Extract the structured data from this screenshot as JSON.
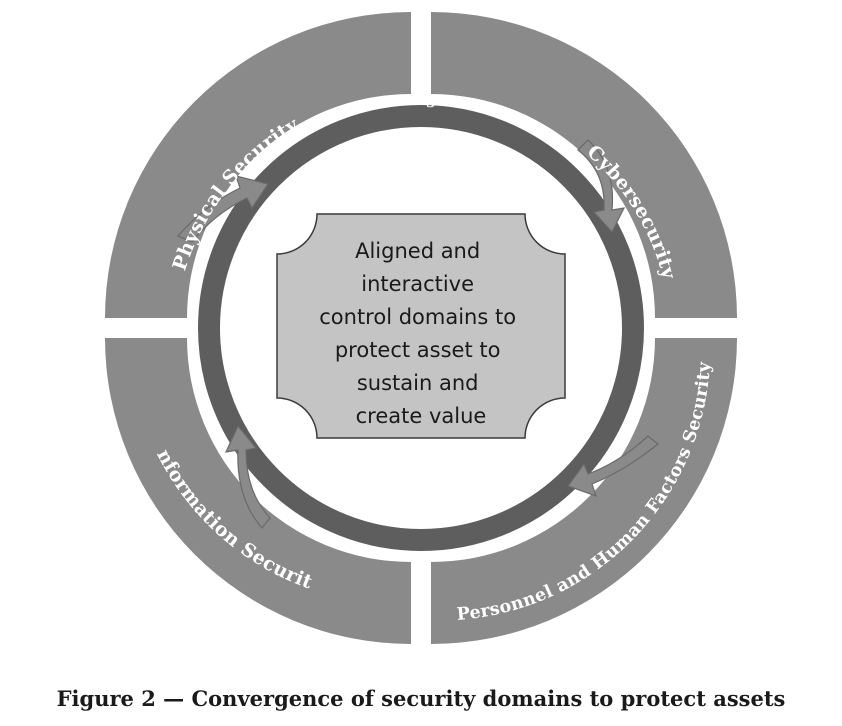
{
  "diagram": {
    "quadrants": [
      {
        "id": "physical",
        "label": "Physical Security"
      },
      {
        "id": "cyber",
        "label": "Cybersecurity"
      },
      {
        "id": "information",
        "label": "Information Security"
      },
      {
        "id": "personnel",
        "label": "Personnel and Human Factors Security"
      }
    ],
    "inner_ring_label": "Convergence",
    "center_lines": [
      "Aligned and",
      "interactive",
      "control domains to",
      "protect asset to",
      "sustain and",
      "create value"
    ]
  },
  "caption": "Figure 2 — Convergence of security domains to protect assets"
}
